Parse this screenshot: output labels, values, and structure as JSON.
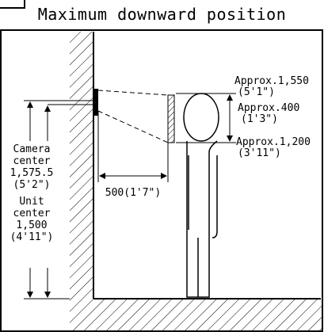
{
  "title": "Maximum downward position",
  "labels": {
    "top_mm": "Approx.1,550",
    "top_in": "(5'1\")",
    "mid_mm": "Approx.400",
    "mid_in": "(1'3\")",
    "low_mm": "Approx.1,200",
    "low_in": "(3'11\")",
    "distance": "500(1'7\")",
    "left_line1": "Camera",
    "left_line2": "center",
    "left_line3": "1,575.5",
    "left_line4": "(5'2\")",
    "left_line5": "Unit",
    "left_line6": "center",
    "left_line7": "1,500",
    "left_line8": "(4'11\")"
  },
  "colors": {
    "line": "#000000",
    "background": "#ffffff"
  }
}
